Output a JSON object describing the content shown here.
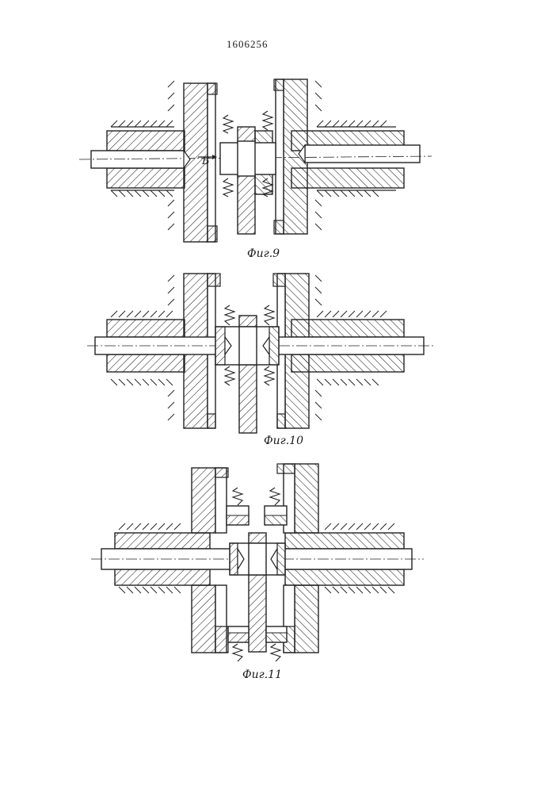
{
  "document": {
    "page_number": "1606256",
    "figures": [
      {
        "caption": "Фиг.9",
        "marker_label": "Б"
      },
      {
        "caption": "Фиг.10"
      },
      {
        "caption": "Фиг.11"
      }
    ]
  }
}
